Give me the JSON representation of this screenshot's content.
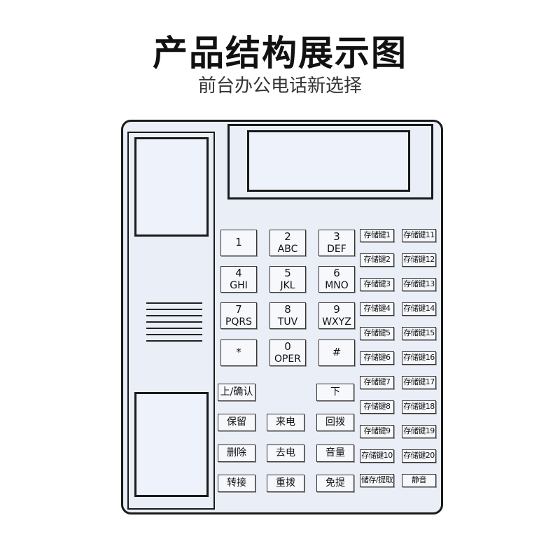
{
  "header": {
    "title": "产品结构展示图",
    "subtitle": "前台办公电话新选择"
  },
  "keypad": [
    {
      "digit": "1",
      "letters": ""
    },
    {
      "digit": "2",
      "letters": "ABC"
    },
    {
      "digit": "3",
      "letters": "DEF"
    },
    {
      "digit": "4",
      "letters": "GHI"
    },
    {
      "digit": "5",
      "letters": "JKL"
    },
    {
      "digit": "6",
      "letters": "MNO"
    },
    {
      "digit": "7",
      "letters": "PQRS"
    },
    {
      "digit": "8",
      "letters": "TUV"
    },
    {
      "digit": "9",
      "letters": "WXYZ"
    },
    {
      "digit": "*",
      "letters": ""
    },
    {
      "digit": "0",
      "letters": "OPER"
    },
    {
      "digit": "#",
      "letters": ""
    }
  ],
  "function_keys": {
    "up_confirm": "上/确认",
    "down": "下",
    "hold": "保留",
    "incoming": "来电",
    "redial_back": "回拨",
    "delete": "删除",
    "outgoing": "去电",
    "volume": "音量",
    "transfer": "转接",
    "redial": "重拨",
    "handsfree": "免提"
  },
  "memory_keys": {
    "left": [
      "存储键1",
      "存储键2",
      "存储键3",
      "存储键4",
      "存储键5",
      "存储键6",
      "存储键7",
      "存储键8",
      "存储键9",
      "存储键10",
      "储存/提取"
    ],
    "right": [
      "存储键11",
      "存储键12",
      "存储键13",
      "存储键14",
      "存储键15",
      "存储键16",
      "存储键17",
      "存储键18",
      "存储键19",
      "存储键20",
      "静音"
    ]
  }
}
